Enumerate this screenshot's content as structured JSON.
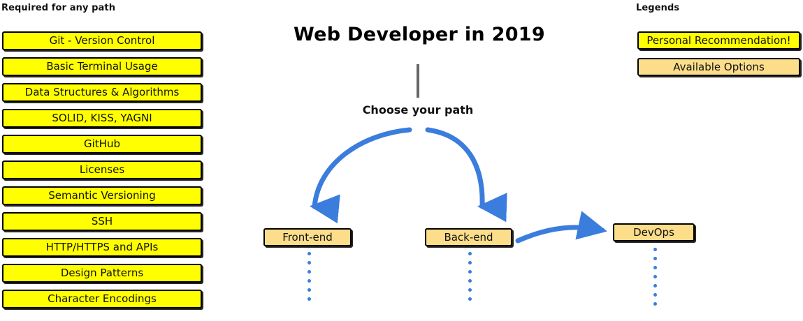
{
  "page": {
    "title": "Web Developer in 2019",
    "subtitle": "Choose your path",
    "background_color": "#ffffff"
  },
  "colors": {
    "recommendation_yellow": "#ffff00",
    "available_option_tan": "#fbdd8a",
    "box_border": "#000000",
    "arrow_blue": "#3b7ddd",
    "stem_gray": "#666666",
    "text": "#111111"
  },
  "required_section": {
    "header": "Required for any path",
    "items": [
      {
        "label": "Git - Version Control",
        "style": "recommendation"
      },
      {
        "label": "Basic Terminal Usage",
        "style": "recommendation"
      },
      {
        "label": "Data Structures & Algorithms",
        "style": "recommendation"
      },
      {
        "label": "SOLID, KISS, YAGNI",
        "style": "recommendation"
      },
      {
        "label": "GitHub",
        "style": "recommendation"
      },
      {
        "label": "Licenses",
        "style": "recommendation"
      },
      {
        "label": "Semantic Versioning",
        "style": "recommendation"
      },
      {
        "label": "SSH",
        "style": "recommendation"
      },
      {
        "label": "HTTP/HTTPS and APIs",
        "style": "recommendation"
      },
      {
        "label": "Design Patterns",
        "style": "recommendation"
      },
      {
        "label": "Character Encodings",
        "style": "recommendation"
      }
    ]
  },
  "legends_section": {
    "header": "Legends",
    "items": [
      {
        "label": "Personal Recommendation!",
        "style": "recommendation"
      },
      {
        "label": "Available Options",
        "style": "available"
      }
    ]
  },
  "paths": {
    "items": [
      {
        "label": "Front-end",
        "style": "available",
        "dots_below": 6
      },
      {
        "label": "Back-end",
        "style": "available",
        "dots_below": 6
      },
      {
        "label": "DevOps",
        "style": "available",
        "dots_below": 7
      }
    ]
  },
  "connectors": {
    "stem": "title-to-choose-path-stem",
    "branch_left": "choose-path-to-frontend-arrow",
    "branch_right": "choose-path-to-backend-arrow",
    "backend_to_devops": "backend-to-devops-arrow"
  }
}
